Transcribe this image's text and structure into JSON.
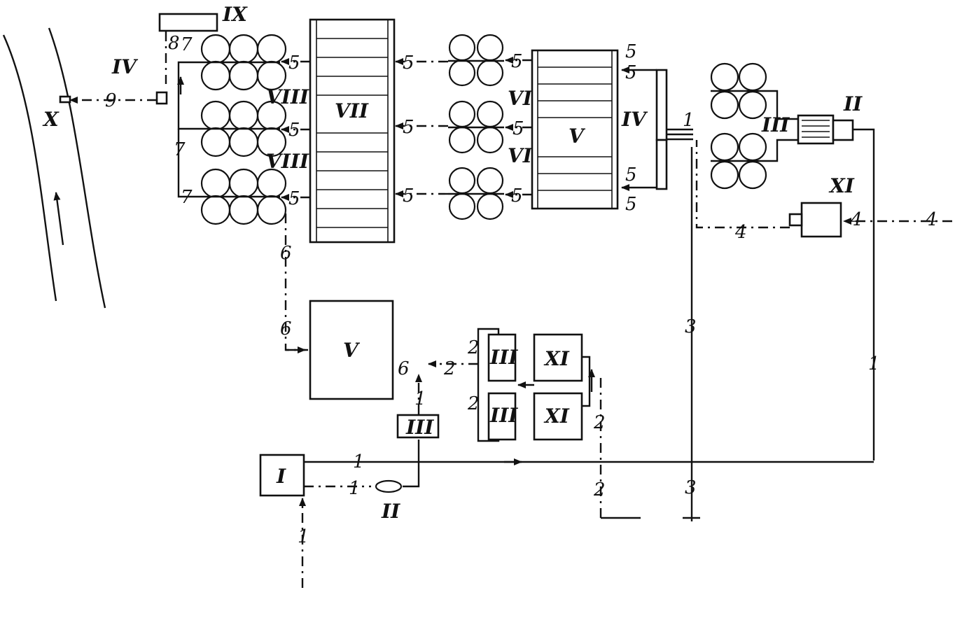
{
  "roman": {
    "I": "I",
    "II": "II",
    "III": "III",
    "IV": "IV",
    "V": "V",
    "VI": "VI",
    "VII": "VII",
    "VIII": "VIII",
    "IX": "IX",
    "X": "X",
    "XI": "XI"
  },
  "flow": {
    "f1": "1",
    "f2": "2",
    "f3": "3",
    "f4": "4",
    "f5": "5",
    "f6": "6",
    "f7": "7",
    "f8": "8",
    "f9": "9"
  },
  "colors": {
    "ink": "#111111",
    "paper": "#ffffff"
  }
}
